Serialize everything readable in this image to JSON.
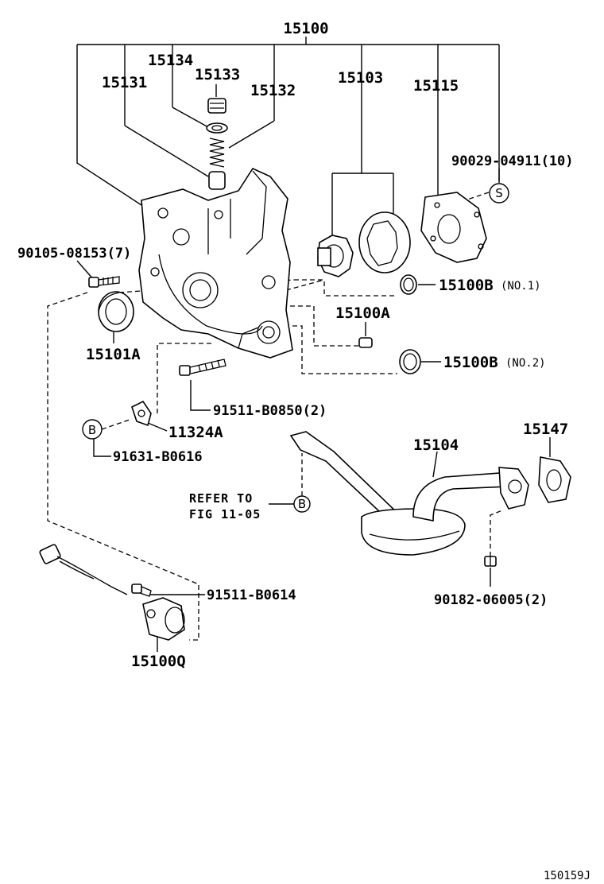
{
  "diagram": {
    "labels": {
      "p15100": "15100",
      "p15134": "15134",
      "p15133": "15133",
      "p15131": "15131",
      "p15132": "15132",
      "p15103": "15103",
      "p15115": "15115",
      "p90029": "90029-04911(10)",
      "p90105": "90105-08153(7)",
      "p15101A": "15101A",
      "p15100B1": "15100B",
      "p15100B1_note": "(NO.1)",
      "p15100A": "15100A",
      "p15100B2": "15100B",
      "p15100B2_note": "(NO.2)",
      "p91511_0850": "91511-B0850(2)",
      "p11324A": "11324A",
      "p91631": "91631-B0616",
      "p15104": "15104",
      "p15147": "15147",
      "refer_to": "REFER TO",
      "fig": "FIG 11-05",
      "p91511_0614": "91511-B0614",
      "p90182": "90182-06005(2)",
      "p15100Q": "15100Q",
      "drawing_id": "150159J"
    },
    "symbols": {
      "s_mark": "S",
      "b_mark_left": "B",
      "b_mark_center": "B"
    }
  }
}
